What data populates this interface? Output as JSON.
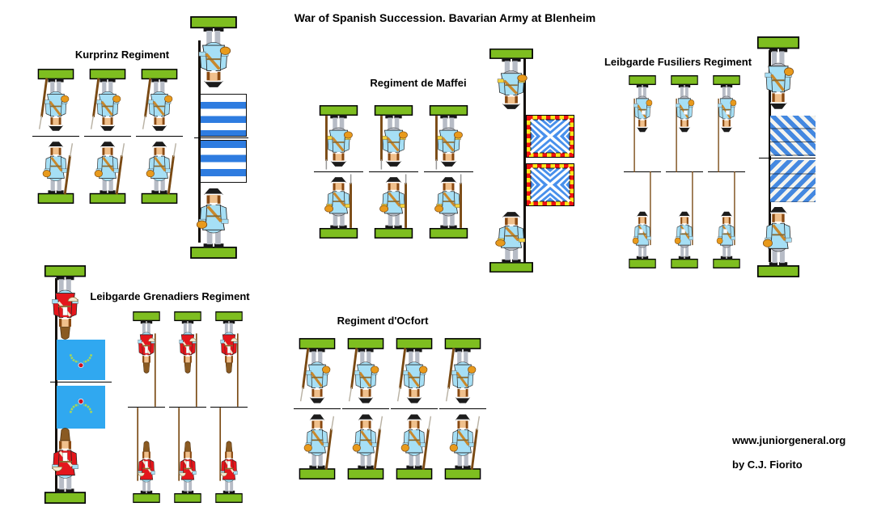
{
  "title": "War of Spanish Succession. Bavarian Army at Blenheim",
  "credits": {
    "site": "www.juniorgeneral.org",
    "author": "by C.J. Fiorito"
  },
  "colors": {
    "base_green": "#7ebe20",
    "coat_light_blue": "#a6dff5",
    "coat_red": "#e4161c",
    "kurprinz_flag_blue": "#2e7ce0",
    "fusilier_flag_blue": "#4488e0",
    "maffei_flag_blue": "#4890ec",
    "checker_red": "#ee1111",
    "checker_yellow": "#ffe81a",
    "grenadier_flag_blue": "#30a8f0",
    "wreath_green": "#a8d858",
    "musket_brown": "#7a4a14",
    "bag_orange": "#e89a1c"
  },
  "regiments": [
    {
      "name": "Kurprinz Regiment",
      "soldier_pairs": 3,
      "has_flag_bearer": true,
      "uniform": "light blue coat, tricorne, slung musket",
      "flag": "white and blue horizontal stripes"
    },
    {
      "name": "Regiment de Maffei",
      "soldier_pairs": 3,
      "has_flag_bearer": true,
      "uniform": "light blue coat, yellow cuffs, grounded musket",
      "flag": "blue field with white saltire chevrons and red-yellow chequered border"
    },
    {
      "name": "Leibgarde Fusiliers Regiment",
      "soldier_pairs": 3,
      "has_flag_bearer": true,
      "uniform": "light blue coat, shouldered tall musket",
      "flag": "blue and white diagonal stripes"
    },
    {
      "name": "Leibgarde Grenadiers Regiment",
      "soldier_pairs": 3,
      "has_flag_bearer": true,
      "uniform": "red coat, light blue facings, grenadier mitre cap",
      "flag": "light blue field with green wreath and red orb"
    },
    {
      "name": "Regiment d'Ocfort",
      "soldier_pairs": 4,
      "has_flag_bearer": false,
      "uniform": "light blue coat, tricorne, slung musket",
      "flag": null
    }
  ]
}
